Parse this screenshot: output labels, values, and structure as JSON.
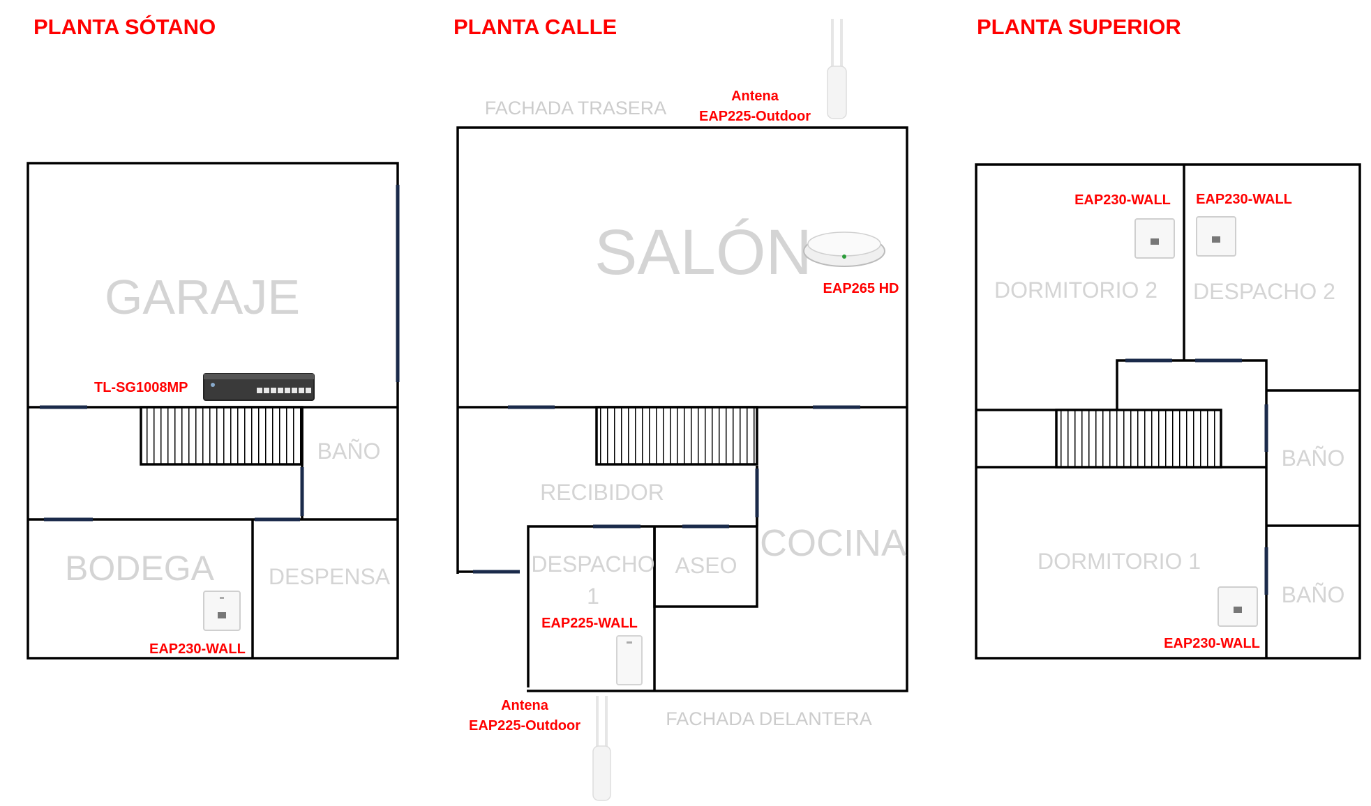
{
  "floors": {
    "basement": {
      "title": "PLANTA SÓTANO",
      "rooms": {
        "garage": "GARAJE",
        "bathroom": "BAÑO",
        "cellar": "BODEGA",
        "pantry": "DESPENSA"
      },
      "devices": {
        "switch": "TL-SG1008MP",
        "wall_ap": "EAP230-WALL"
      }
    },
    "ground": {
      "title": "PLANTA CALLE",
      "facades": {
        "rear": "FACHADA TRASERA",
        "front": "FACHADA DELANTERA"
      },
      "rooms": {
        "living": "SALÓN",
        "hall": "RECIBIDOR",
        "office1_line1": "DESPACHO",
        "office1_line2": "1",
        "toilet": "ASEO",
        "kitchen": "COCINA"
      },
      "devices": {
        "outdoor_top_line1": "Antena",
        "outdoor_top_line2": "EAP225-Outdoor",
        "ceiling_ap": "EAP265 HD",
        "wall_ap": "EAP225-WALL",
        "outdoor_bottom_line1": "Antena",
        "outdoor_bottom_line2": "EAP225-Outdoor"
      }
    },
    "upper": {
      "title": "PLANTA SUPERIOR",
      "rooms": {
        "bedroom2": "DORMITORIO 2",
        "office2": "DESPACHO 2",
        "bath_a": "BAÑO",
        "bedroom1": "DORMITORIO 1",
        "bath_b": "BAÑO"
      },
      "devices": {
        "wall_ap_1": "EAP230-WALL",
        "wall_ap_2": "EAP230-WALL",
        "wall_ap_3": "EAP230-WALL"
      }
    }
  }
}
